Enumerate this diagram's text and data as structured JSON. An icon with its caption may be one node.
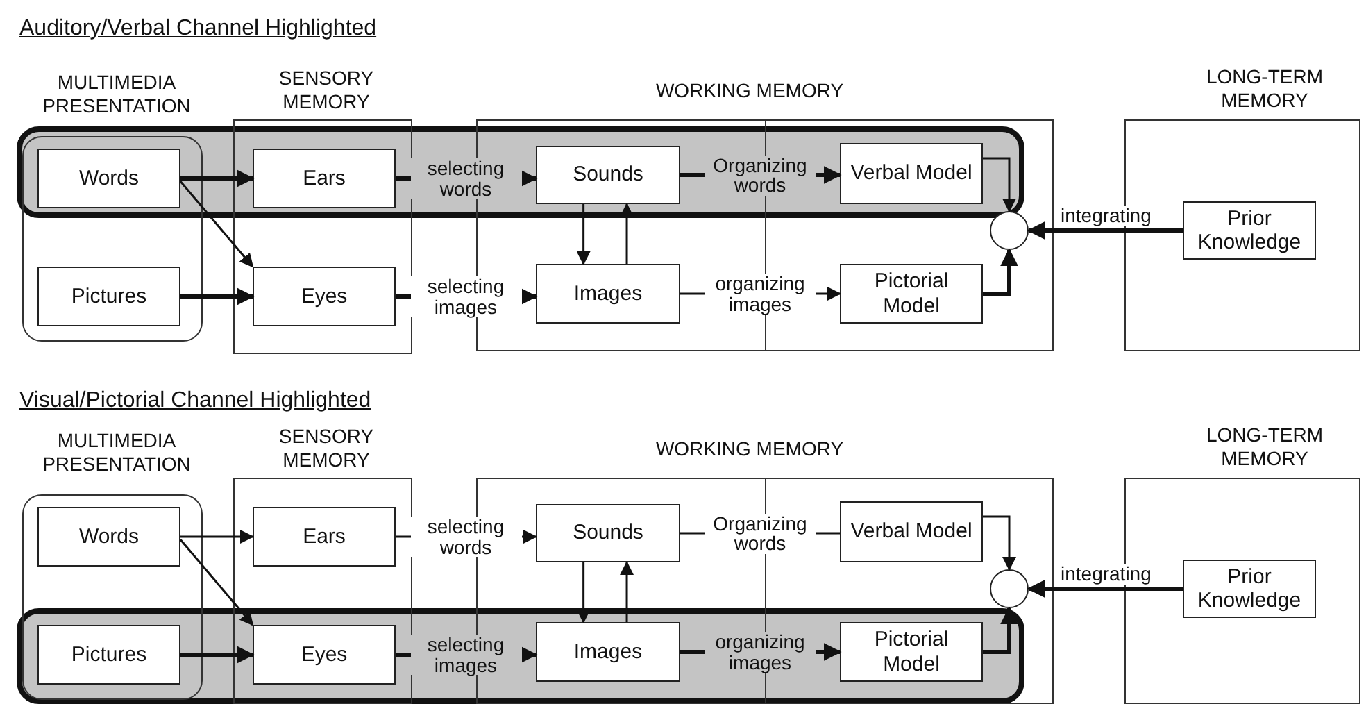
{
  "diagram": {
    "nodes": [
      {
        "text": [
          "MULTIMEDIA PRESENTATION"
        ]
      },
      {
        "text": [
          "Words"
        ],
        "in": 0
      },
      {
        "text": [
          "Pictures"
        ],
        "in": 0
      },
      {
        "text": [
          "SENSORY MEMORY"
        ]
      },
      {
        "text": [
          "Ears"
        ],
        "in": 3
      },
      {
        "text": [
          "Eyes"
        ],
        "in": 3
      },
      {
        "text": [
          "WORKING MEMORY"
        ]
      },
      {
        "text": [
          "Sounds"
        ],
        "in": 6
      },
      {
        "text": [
          "Images"
        ],
        "in": 6
      },
      {
        "text": [
          "Verbal Model"
        ],
        "in": 6
      },
      {
        "text": [
          "Pictorial Model"
        ],
        "in": 6
      },
      {
        "text": [],
        "shape": "circle",
        "in": 6
      },
      {
        "text": [
          "LONG-TERM MEMORY"
        ]
      },
      {
        "text": [
          "Prior Knowledge"
        ],
        "in": 12
      },
      {
        "text": [
          "MULTIMEDIA PRESENTATION"
        ]
      },
      {
        "text": [
          "Words"
        ],
        "in": 14
      },
      {
        "text": [
          "Pictures"
        ],
        "in": 14
      },
      {
        "text": [
          "SENSORY MEMORY"
        ]
      },
      {
        "text": [
          "Ears"
        ],
        "in": 17
      },
      {
        "text": [
          "Eyes"
        ],
        "in": 17
      },
      {
        "text": [
          "WORKING MEMORY"
        ]
      },
      {
        "text": [
          "Sounds"
        ],
        "in": 20
      },
      {
        "text": [
          "Images"
        ],
        "in": 20
      },
      {
        "text": [
          "Verbal Model"
        ],
        "in": 20
      },
      {
        "text": [
          "Pictorial Model"
        ],
        "in": 20
      },
      {
        "text": [],
        "shape": "circle",
        "in": 20
      },
      {
        "text": [
          "LONG-TERM MEMORY"
        ]
      },
      {
        "text": [
          "Prior Knowledge"
        ],
        "in": 26
      }
    ],
    "edges": [
      {
        "from": 1,
        "to": 4,
        "arrow": "to",
        "style": "thick"
      },
      {
        "from": 1,
        "to": 5,
        "arrow": "to"
      },
      {
        "from": 2,
        "to": 5,
        "arrow": "to",
        "style": "thick"
      },
      {
        "from": 4,
        "to": 7,
        "arrow": "to",
        "label": "selecting words",
        "style": "thick"
      },
      {
        "from": 5,
        "to": 8,
        "arrow": "to",
        "label": "selecting images",
        "style": "thick"
      },
      {
        "from": 7,
        "to": 8,
        "arrow": "to"
      },
      {
        "from": 8,
        "to": 7,
        "arrow": "to"
      },
      {
        "from": 7,
        "to": 9,
        "arrow": "to",
        "label": "Organizing words",
        "style": "thick"
      },
      {
        "from": 8,
        "to": 10,
        "arrow": "to",
        "label": "organizing images"
      },
      {
        "from": 9,
        "to": 11,
        "arrow": "to"
      },
      {
        "from": 10,
        "to": 11,
        "arrow": "to",
        "style": "thick"
      },
      {
        "from": 13,
        "to": 11,
        "arrow": "to",
        "label": "integrating",
        "style": "thick"
      },
      {
        "from": 15,
        "to": 18,
        "arrow": "to"
      },
      {
        "from": 15,
        "to": 19,
        "arrow": "to"
      },
      {
        "from": 16,
        "to": 19,
        "arrow": "to",
        "style": "thick"
      },
      {
        "from": 18,
        "to": 21,
        "arrow": "to",
        "label": "selecting words"
      },
      {
        "from": 19,
        "to": 22,
        "arrow": "to",
        "label": "selecting images",
        "style": "thick"
      },
      {
        "from": 21,
        "to": 22,
        "arrow": "to"
      },
      {
        "from": 22,
        "to": 21,
        "arrow": "to"
      },
      {
        "from": 21,
        "to": 23,
        "arrow": "none",
        "label": "Organizing words"
      },
      {
        "from": 22,
        "to": 24,
        "arrow": "to",
        "label": "organizing images",
        "style": "thick"
      },
      {
        "from": 23,
        "to": 25,
        "arrow": "to"
      },
      {
        "from": 24,
        "to": 25,
        "arrow": "to",
        "style": "thick"
      },
      {
        "from": 27,
        "to": 25,
        "arrow": "to",
        "label": "integrating",
        "style": "thick"
      }
    ],
    "labels": [
      "Auditory/Verbal Channel Highlighted",
      "Visual/Pictorial Channel Highlighted"
    ]
  }
}
